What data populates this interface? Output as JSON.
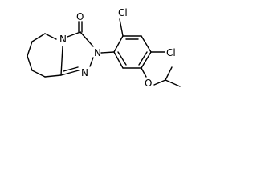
{
  "molecule": {
    "atoms": {
      "o": "O",
      "n1": "N",
      "n2": "N",
      "n3": "N",
      "cl1": "Cl",
      "cl2": "Cl",
      "o2": "O"
    },
    "colors": {
      "bond": "#000000",
      "label": "#000000",
      "background": "#ffffff"
    }
  }
}
